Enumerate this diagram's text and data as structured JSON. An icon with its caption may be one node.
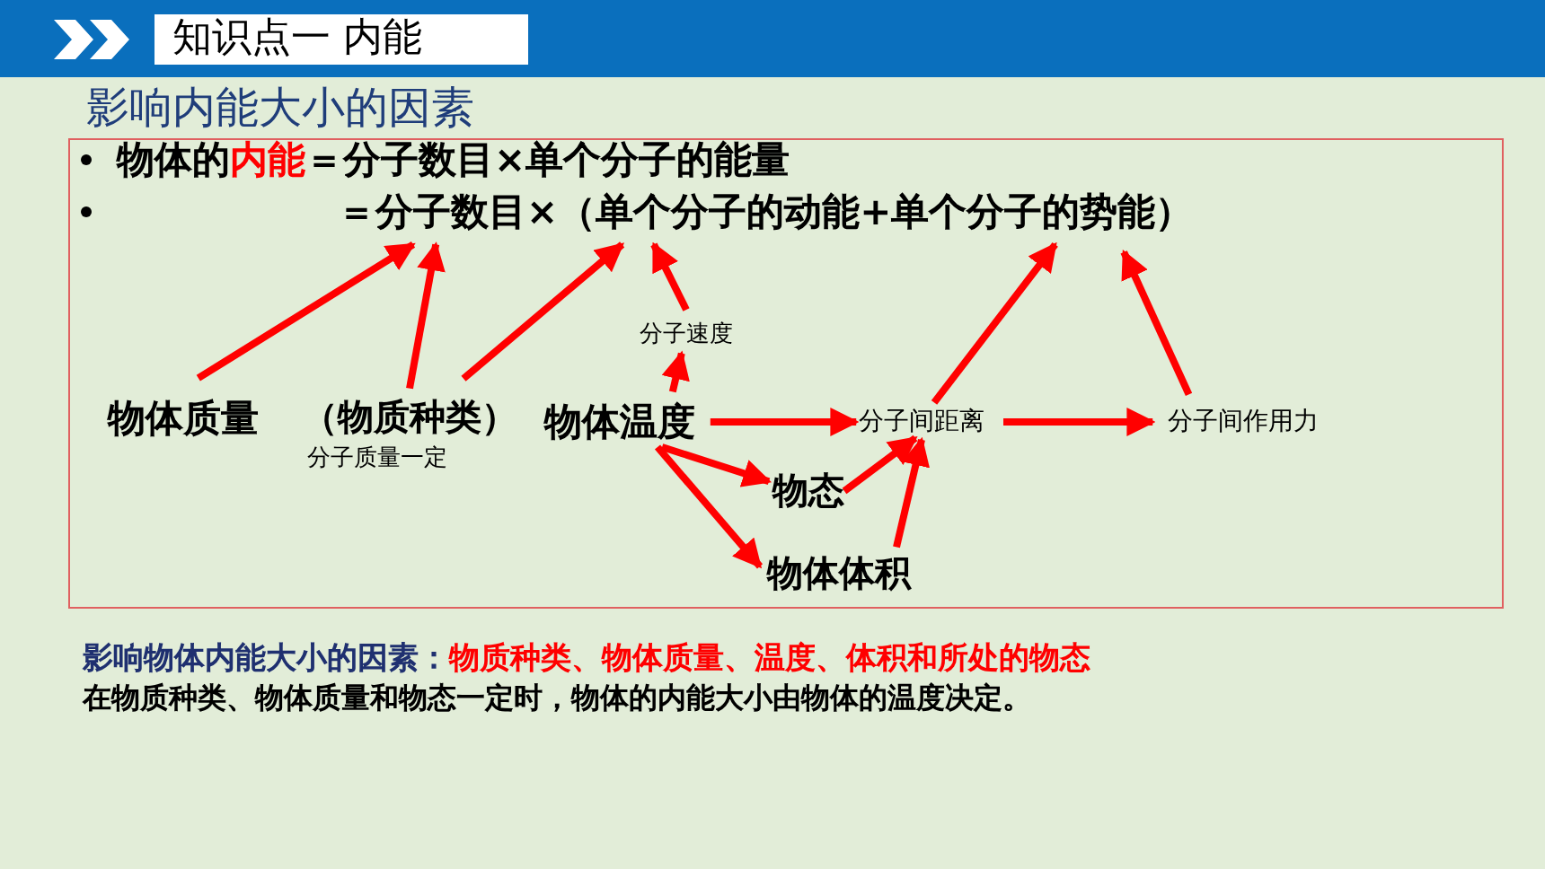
{
  "diagram": {
    "title": "知识点一 内能",
    "nodes": [
      {
        "text": [
          "分子数目"
        ]
      },
      {
        "text": [
          "单个分子的动能"
        ]
      },
      {
        "text": [
          "单个分子的势能"
        ]
      },
      {
        "text": [
          "物体质量"
        ]
      },
      {
        "text": [
          "（物质种类）"
        ],
        "beside": [
          "分子质量一定"
        ]
      },
      {
        "text": [
          "分子速度"
        ]
      },
      {
        "text": [
          "物体温度"
        ]
      },
      {
        "text": [
          "分子间距离"
        ]
      },
      {
        "text": [
          "分子间作用力"
        ]
      },
      {
        "text": [
          "物态"
        ]
      },
      {
        "text": [
          "物体体积"
        ]
      }
    ],
    "edges": [
      {
        "from": 3,
        "to": 0,
        "arrow": "to"
      },
      {
        "from": 4,
        "to": 0,
        "arrow": "to"
      },
      {
        "from": 4,
        "to": 1,
        "arrow": "to"
      },
      {
        "from": 5,
        "to": 1,
        "arrow": "to"
      },
      {
        "from": 6,
        "to": 5,
        "arrow": "to"
      },
      {
        "from": 6,
        "to": 7,
        "arrow": "to"
      },
      {
        "from": 6,
        "to": 9,
        "arrow": "to"
      },
      {
        "from": 6,
        "to": 10,
        "arrow": "to"
      },
      {
        "from": 9,
        "to": 7,
        "arrow": "to"
      },
      {
        "from": 10,
        "to": 7,
        "arrow": "to"
      },
      {
        "from": 7,
        "to": 2,
        "arrow": "to"
      },
      {
        "from": 7,
        "to": 8,
        "arrow": "to"
      },
      {
        "from": 8,
        "to": 2,
        "arrow": "to"
      }
    ],
    "labels": [
      "影响内能大小的因素",
      "物体的",
      "内能",
      "＝分子数目×单个分子的能量",
      "＝",
      "×（",
      "+",
      "）",
      "影响物体内能大小的因素：",
      "物质种类、物体质量、温度、体积和所处的物态",
      "在物质种类、物体质量和物态一定时，物体的内能大小由物体的温度决定。"
    ]
  }
}
